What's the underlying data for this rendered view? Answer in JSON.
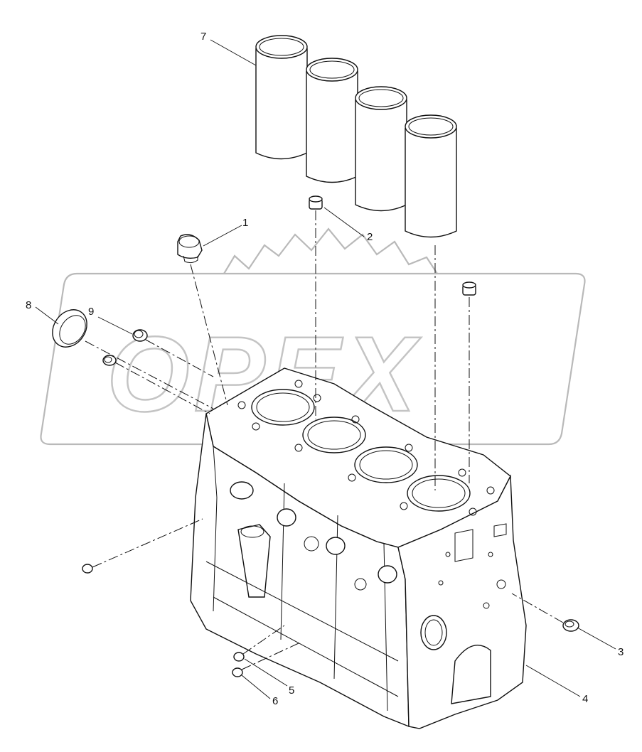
{
  "diagram": {
    "watermark": "OPEX",
    "callouts": [
      "1",
      "2",
      "3",
      "4",
      "5",
      "6",
      "7",
      "8",
      "9"
    ]
  }
}
